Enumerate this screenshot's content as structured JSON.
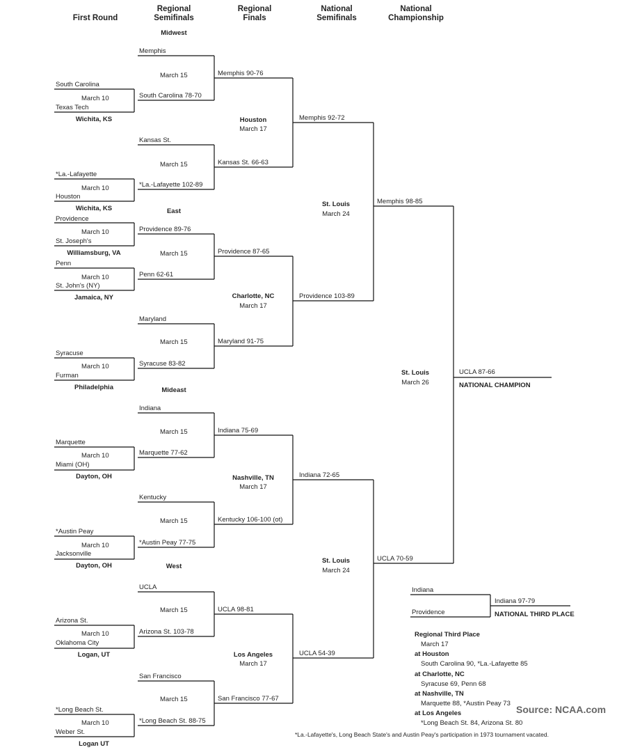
{
  "headers": {
    "first_round": "First Round",
    "regional_semifinals": "Regional Semifinals",
    "regional_finals": "Regional Finals",
    "national_semifinals": "National Semifinals",
    "national_championship": "National Championship"
  },
  "regions": {
    "midwest": "Midwest",
    "east": "East",
    "mideast": "Mideast",
    "west": "West"
  },
  "first_round": {
    "g1_team1": "South Carolina",
    "g1_date": "March 10",
    "g1_team2": "Texas Tech",
    "g1_site": "Wichita, KS",
    "g2_team1": "*La.-Lafayette",
    "g2_date": "March 10",
    "g2_team2": "Houston",
    "g2_site": "Wichita, KS",
    "g3_team1": "Providence",
    "g3_date": "March 10",
    "g3_team2": "St. Joseph's",
    "g3_site": "Williamsburg, VA",
    "g4_team1": "Penn",
    "g4_date": "March 10",
    "g4_team2": "St. John's (NY)",
    "g4_site": "Jamaica, NY",
    "g5_team1": "Syracuse",
    "g5_date": "March 10",
    "g5_team2": "Furman",
    "g5_site": "Philadelphia",
    "g6_team1": "Marquette",
    "g6_date": "March 10",
    "g6_team2": "Miami (OH)",
    "g6_site": "Dayton, OH",
    "g7_team1": "*Austin Peay",
    "g7_date": "March 10",
    "g7_team2": "Jacksonville",
    "g7_site": "Dayton, OH",
    "g8_team1": "Arizona St.",
    "g8_date": "March 10",
    "g8_team2": "Oklahoma City",
    "g8_site": "Logan, UT",
    "g9_team1": "*Long Beach St.",
    "g9_date": "March 10",
    "g9_team2": "Weber St.",
    "g9_site": "Logan UT"
  },
  "regional_semifinals": {
    "s1_top": "Memphis",
    "s1_date": "March 15",
    "s1_bottom": "South Carolina 78-70",
    "s2_top": "Kansas St.",
    "s2_date": "March 15",
    "s2_bottom": "*La.-Lafayette 102-89",
    "s3_top": "Providence 89-76",
    "s3_date": "March 15",
    "s3_bottom": "Penn 62-61",
    "s4_top": "Maryland",
    "s4_date": "March 15",
    "s4_bottom": "Syracuse 83-82",
    "s5_top": "Indiana",
    "s5_date": "March 15",
    "s5_bottom": "Marquette 77-62",
    "s6_top": "Kentucky",
    "s6_date": "March 15",
    "s6_bottom": "*Austin Peay  77-75",
    "s7_top": "UCLA",
    "s7_date": "March 15",
    "s7_bottom": "Arizona St. 103-78",
    "s8_top": "San Francisco",
    "s8_date": "March 15",
    "s8_bottom": "*Long Beach St. 88-75"
  },
  "regional_finals": {
    "f1_top": "Memphis 90-76",
    "f1_site": "Houston",
    "f1_date": "March 17",
    "f1_bottom": "Kansas St. 66-63",
    "f2_top": "Providence 87-65",
    "f2_site": "Charlotte, NC",
    "f2_date": "March 17",
    "f2_bottom": "Maryland 91-75",
    "f3_top": "Indiana 75-69",
    "f3_site": "Nashville, TN",
    "f3_date": "March 17",
    "f3_bottom": "Kentucky 106-100 (ot)",
    "f4_top": "UCLA 98-81",
    "f4_site": "Los Angeles",
    "f4_date": "March 17",
    "f4_bottom": "San Francisco 77-67"
  },
  "national_semifinals": {
    "n1_top": "Memphis 92-72",
    "n1_site": "St. Louis",
    "n1_date": "March 24",
    "n1_bottom": "Providence 103-89",
    "n2_top": "Indiana 72-65",
    "n2_site": "St. Louis",
    "n2_date": "March 24",
    "n2_bottom": "UCLA 54-39"
  },
  "national_championship": {
    "top": "Memphis 98-85",
    "site": "St. Louis",
    "date": "March 26",
    "bottom": "UCLA 70-59",
    "result": "UCLA 87-66",
    "champion_label": "NATIONAL CHAMPION"
  },
  "third_place": {
    "team1": "Indiana",
    "team2": "Providence",
    "result": "Indiana 97-79",
    "label": "NATIONAL THIRD PLACE"
  },
  "regional_third_place": {
    "title": "Regional Third Place",
    "date": "March 17",
    "site1": "at Houston",
    "result1": "South Carolina 90, *La.-Lafayette 85",
    "site2": "at Charlotte, NC",
    "result2": "Syracuse 69, Penn 68",
    "site3": "at Nashville, TN",
    "result3": "Marquette 88, *Austin Peay 73",
    "site4": "at Los Angeles",
    "result4": "*Long Beach St. 84, Arizona St. 80"
  },
  "footnote": "*La.-Lafayette's, Long Beach State's and Austin Peay's participation in 1973 tournament vacated.",
  "source": "Source: NCAA.com"
}
